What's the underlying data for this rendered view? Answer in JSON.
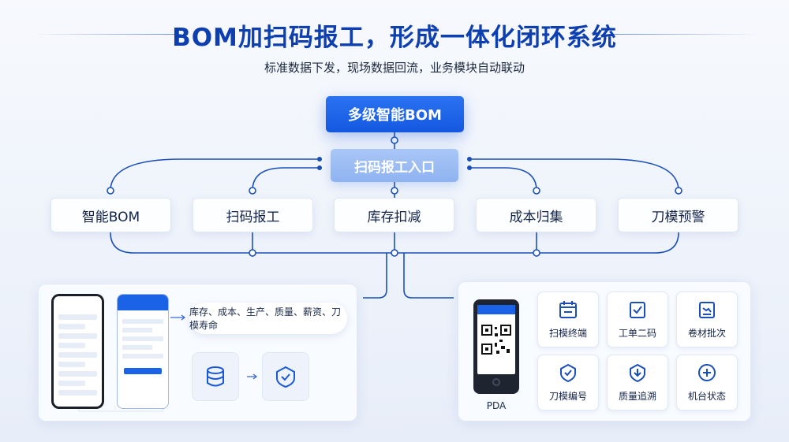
{
  "header": {
    "title": "BOM加扫码报工，形成一体化闭环系统",
    "subtitle": "标准数据下发，现场数据回流，业务模块自动联动"
  },
  "flow": {
    "top": "多级智能BOM",
    "entry": "扫码报工入口",
    "modules": [
      "智能BOM",
      "扫码报工",
      "库存扣减",
      "成本归集",
      "刀模预警"
    ]
  },
  "left_panel": {
    "tags": "库存、成本、生产、质量、薪资、刀模寿命"
  },
  "right_panel": {
    "device_label": "PDA",
    "features": [
      "扫模终端",
      "工单二码",
      "卷材批次",
      "刀模编号",
      "质量追溯",
      "机台状态"
    ],
    "feature_icons": [
      "calendar-icon",
      "checklist-icon",
      "chart-icon",
      "shield-check-icon",
      "download-icon",
      "plus-circle-icon"
    ]
  },
  "colors": {
    "accent": "#1458e0",
    "title": "#0d3fb0",
    "line": "#1a4fb8"
  }
}
